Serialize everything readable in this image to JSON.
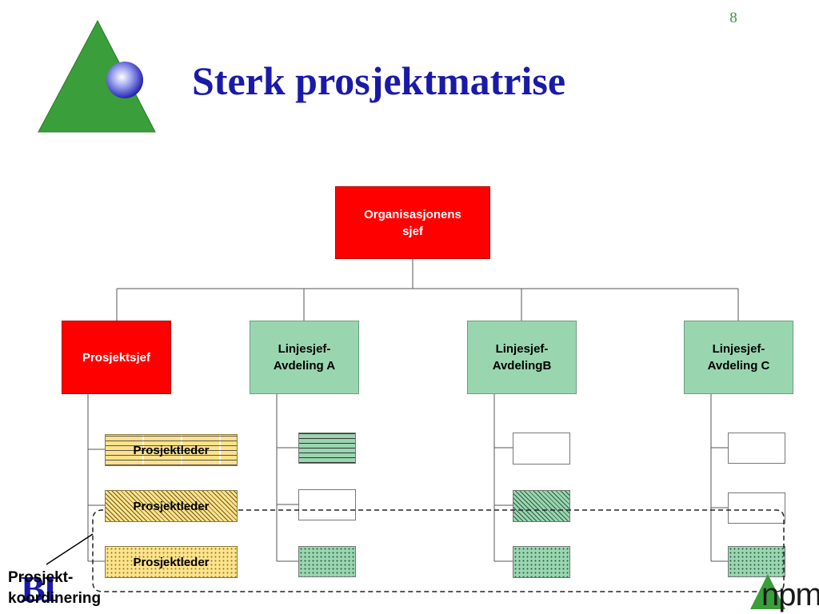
{
  "slide": {
    "page_number": "8",
    "title": "Sterk prosjektmatrise"
  },
  "org_chart": {
    "top": {
      "label": "Organisasjonens\nsjef",
      "color": "#ff0000"
    },
    "columns": [
      {
        "label": "Prosjektsjef",
        "color": "#ff0000"
      },
      {
        "label": "Linjesjef-\nAvdeling A",
        "color": "#99d6b0"
      },
      {
        "label": "Linjesjef-\nAvdelingB",
        "color": "#99d6b0"
      },
      {
        "label": "Linjesjef-\nAvdeling C",
        "color": "#99d6b0"
      }
    ],
    "project_leaders": [
      {
        "label": "Prosjektleder",
        "pattern": "horizontal-lines"
      },
      {
        "label": "Prosjektleder",
        "pattern": "diagonal-lines"
      },
      {
        "label": "Prosjektleder",
        "pattern": "dots"
      }
    ]
  },
  "annotation": {
    "label": "Prosjekt-\nkoordinering"
  },
  "logos": {
    "bi": "BI",
    "npm": "npm"
  },
  "colors": {
    "title": "#1a1aa8",
    "manager_red": "#ff0000",
    "department_green": "#99d6b0",
    "project_yellow": "#ffe28a",
    "logo_triangle": "#3a9e3a"
  }
}
